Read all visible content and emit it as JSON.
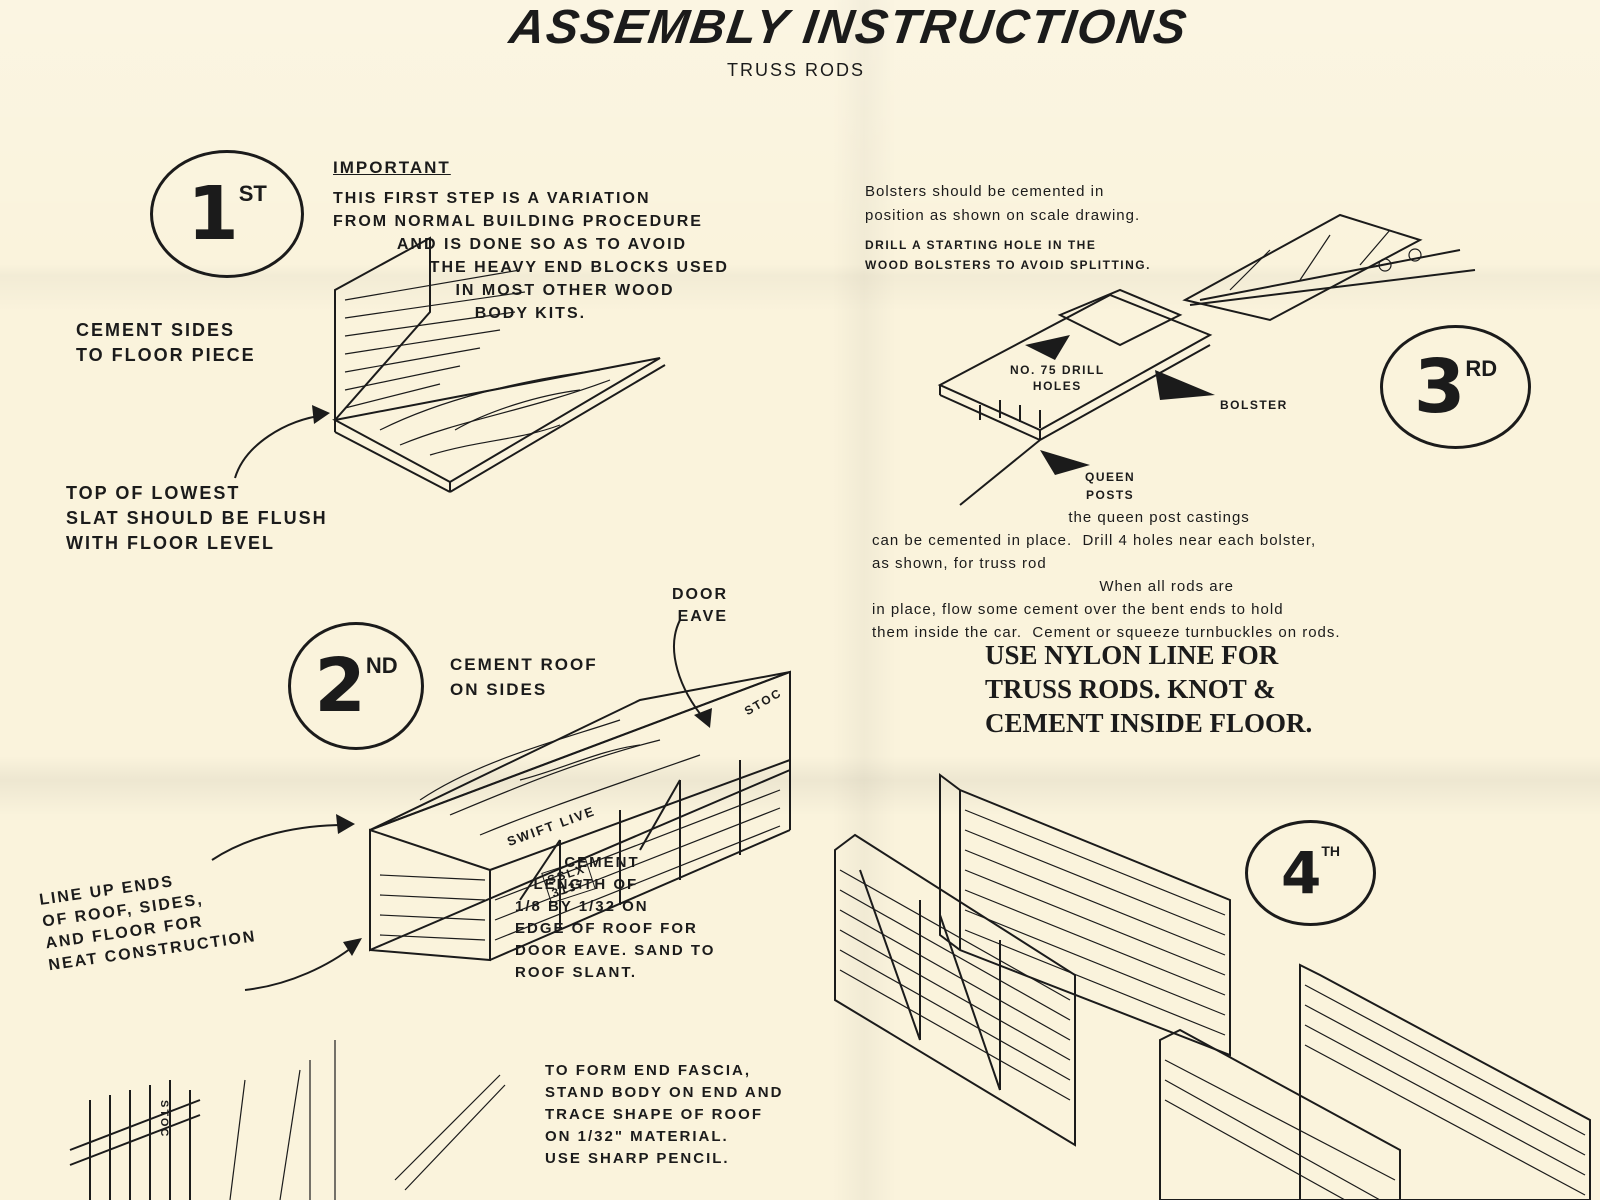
{
  "header": {
    "title": "ASSEMBLY INSTRUCTIONS",
    "subtitle": "TRUSS RODS"
  },
  "step1": {
    "number": "1",
    "suffix": "ST",
    "important_label": "IMPORTANT",
    "important_text": "THIS FIRST STEP IS A VARIATION\nFROM NORMAL BUILDING PROCEDURE\n          AND IS DONE SO AS TO AVOID\n               THE HEAVY END BLOCKS USED\n                   IN MOST OTHER WOOD\n                      BODY KITS.",
    "cement_label": "CEMENT SIDES\nTO FLOOR PIECE",
    "flush_label": "TOP OF LOWEST\nSLAT SHOULD BE FLUSH\nWITH FLOOR LEVEL"
  },
  "step2": {
    "number": "2",
    "suffix": "ND",
    "roof_label": "CEMENT ROOF\nON SIDES",
    "door_eave_label": "DOOR\nEAVE",
    "cement_length_label": "        CEMENT\n   LENGTH OF\n1/8 BY 1/32 ON\nEDGE OF ROOF FOR\nDOOR EAVE. SAND TO\nROOF SLANT.",
    "line_up_label": "LINE UP ENDS\nOF ROOF, SIDES,\nAND FLOOR FOR\nNEAT CONSTRUCTION",
    "car_lettering_1": "SWIFT LIVE",
    "car_lettering_2": "SSLX\n3137",
    "car_lettering_3": "STOC"
  },
  "step3": {
    "number": "3",
    "suffix": "RD",
    "bolsters_text": "Bolsters should be cemented in\nposition as shown on scale drawing.",
    "drill_text": "DRILL A STARTING HOLE IN THE\nWOOD BOLSTERS TO AVOID SPLITTING.",
    "drill_holes_label": "NO. 75 DRILL\nHOLES",
    "bolster_label": "BOLSTER",
    "queen_posts_label": "QUEEN\nPOSTS",
    "body_text": "                                      the queen post castings\ncan be cemented in place.  Drill 4 holes near each bolster,\nas shown, for truss rod                              \n                                            When all rods are\nin place, flow some cement over the bent ends to hold\nthem inside the car.  Cement or squeeze turnbuckles on rods.",
    "nylon_text": "USE NYLON LINE FOR\nTRUSS RODS. KNOT &\nCEMENT INSIDE FLOOR."
  },
  "step4": {
    "number": "4",
    "suffix": "TH"
  },
  "step5": {
    "fascia_text": "TO FORM END FASCIA,\nSTAND BODY ON END AND\nTRACE SHAPE OF ROOF\nON 1/32\" MATERIAL.\nUSE SHARP PENCIL.",
    "post_lettering": "STOC"
  }
}
